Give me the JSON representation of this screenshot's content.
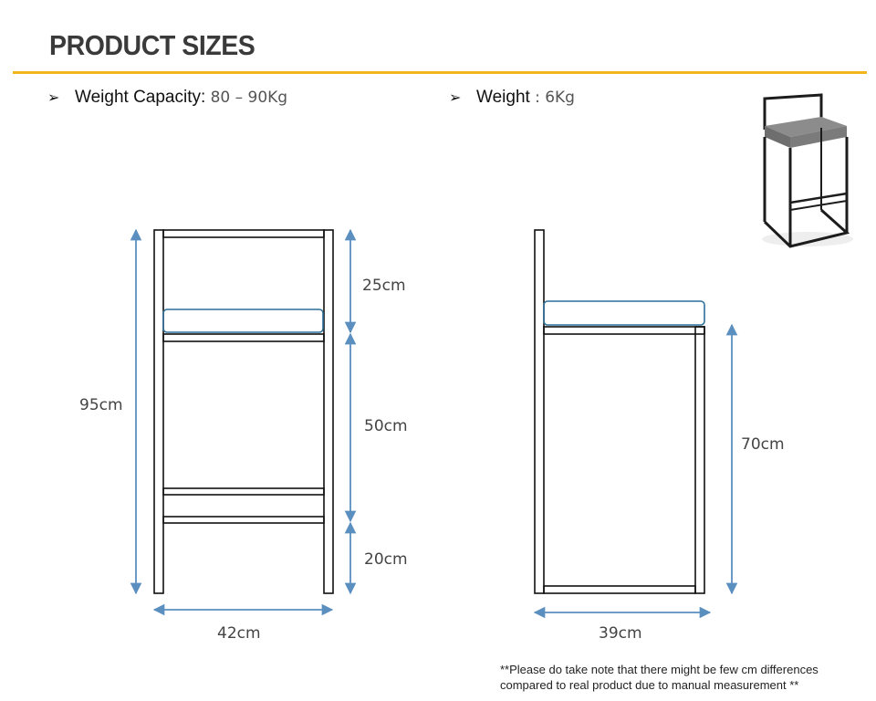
{
  "header": {
    "title": "PRODUCT SIZES"
  },
  "specs": {
    "weight_capacity_label": "Weight Capacity:",
    "weight_capacity_value": "80 – 90Kg",
    "weight_label": "Weight",
    "weight_value": ": 6Kg",
    "bullet_icon": "arrowhead-bullet-icon"
  },
  "front_view": {
    "height_total": "95cm",
    "backrest_height": "25cm",
    "seat_to_footrest": "50cm",
    "footrest_to_floor": "20cm",
    "width": "42cm"
  },
  "side_view": {
    "seat_height": "70cm",
    "depth": "39cm"
  },
  "note": {
    "line1": "**Please do take note that there might be few cm differences",
    "line2": "compared to real product due to manual measurement **"
  },
  "colors": {
    "accent_rule": "#f2b51c",
    "dimension_line": "#5b8fc0",
    "frame": "#111111",
    "cushion_outline": "#2f6f9a"
  }
}
